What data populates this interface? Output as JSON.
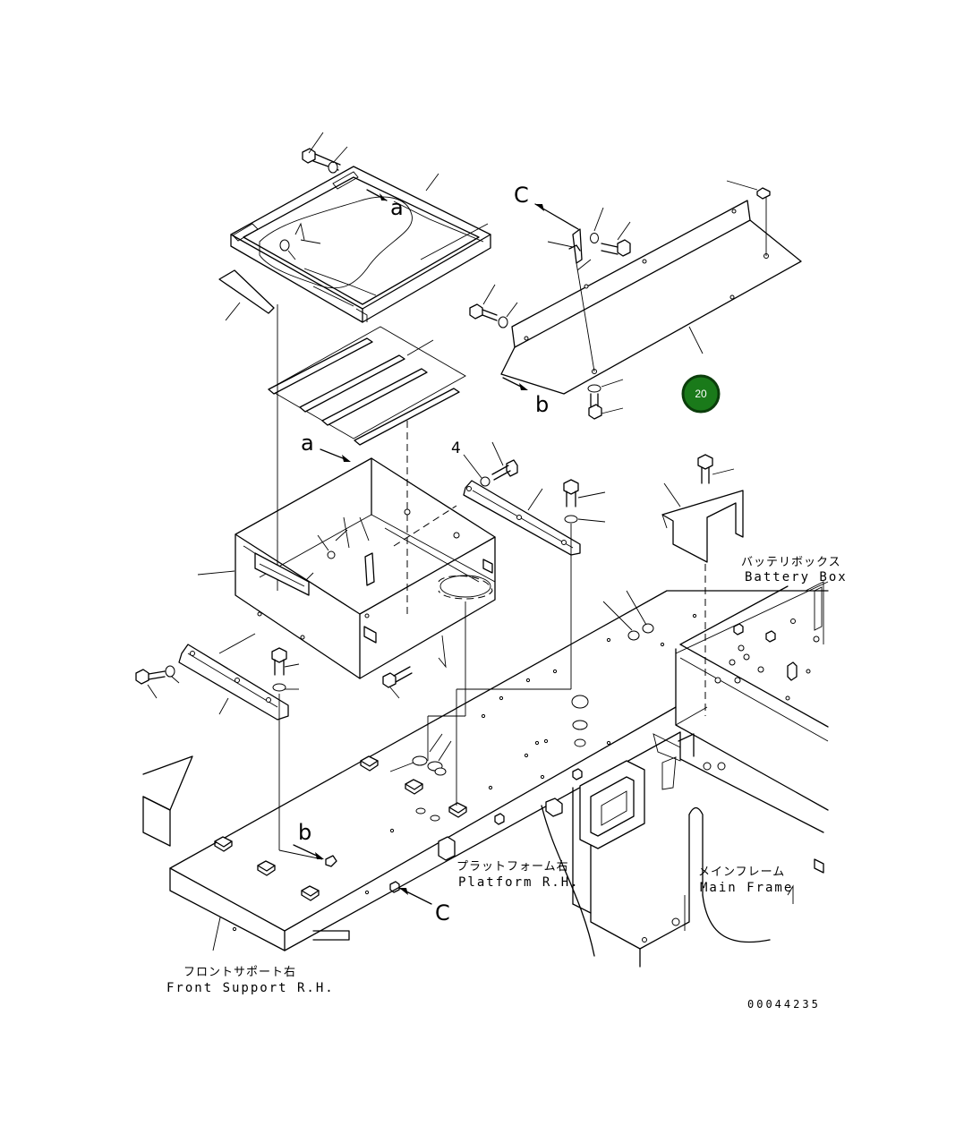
{
  "colors": {
    "line": "#000000",
    "background": "#ffffff",
    "badge_fill": "#1a7a1a",
    "badge_ring": "#0b3d0b",
    "badge_text": "#ffffff"
  },
  "callout_badge": {
    "text": "20"
  },
  "reference_letters": {
    "a_top": "a",
    "a_mid": "a",
    "b_top": "b",
    "b_bottom": "b",
    "c_top": "C",
    "c_bottom": "C"
  },
  "item_number": "4",
  "labels": {
    "battery_box_jp": "バッテリボックス",
    "battery_box_en": "Battery Box",
    "platform_jp": "プラットフォーム右",
    "platform_en": "Platform R.H.",
    "main_frame_jp": "メインフレーム",
    "main_frame_en": "Main Frame",
    "front_support_jp": "フロントサポート右",
    "front_support_en": "Front Support R.H."
  },
  "drawing_number": "00044235"
}
